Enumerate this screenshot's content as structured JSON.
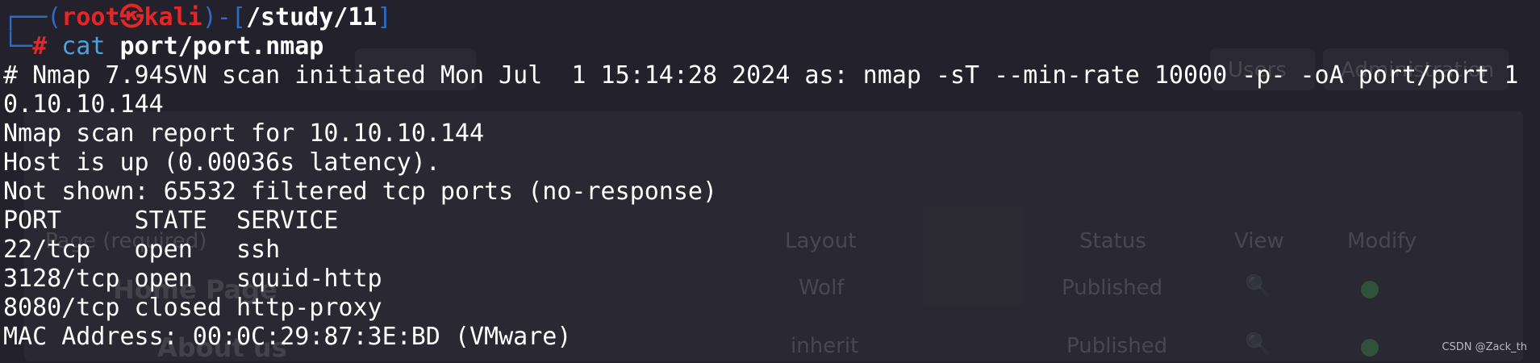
{
  "prompt": {
    "box_top": "┌──(",
    "user": "root",
    "at": "㉿",
    "host": "kali",
    "close_paren": ")-[",
    "path": "/study/11",
    "close_bracket": "]",
    "box_bottom": "└─",
    "hash": "#",
    "command_name": "cat",
    "command_arg": "port/port.nmap"
  },
  "output_lines": [
    "# Nmap 7.94SVN scan initiated Mon Jul  1 15:14:28 2024 as: nmap -sT --min-rate 10000 -p- -oA port/port 1",
    "0.10.10.144",
    "Nmap scan report for 10.10.10.144",
    "Host is up (0.00036s latency).",
    "Not shown: 65532 filtered tcp ports (no-response)",
    "PORT     STATE  SERVICE",
    "22/tcp   open   ssh",
    "3128/tcp open   squid-http",
    "8080/tcp closed http-proxy",
    "MAC Address: 00:0C:29:87:3E:BD (VMware)"
  ],
  "background": {
    "col_layout": "Layout",
    "col_status": "Status",
    "col_view": "View",
    "col_modify": "Modify",
    "col_page": "Page (required)",
    "row1_title": "Home Page",
    "row1_layout": "Wolf",
    "row1_status": "Published",
    "row2_title": "About us",
    "row2_layout": "inherit",
    "row2_status": "Published",
    "top_btn1": "Users",
    "top_btn2": "Administration"
  },
  "watermark": "CSDN @Zack_th"
}
